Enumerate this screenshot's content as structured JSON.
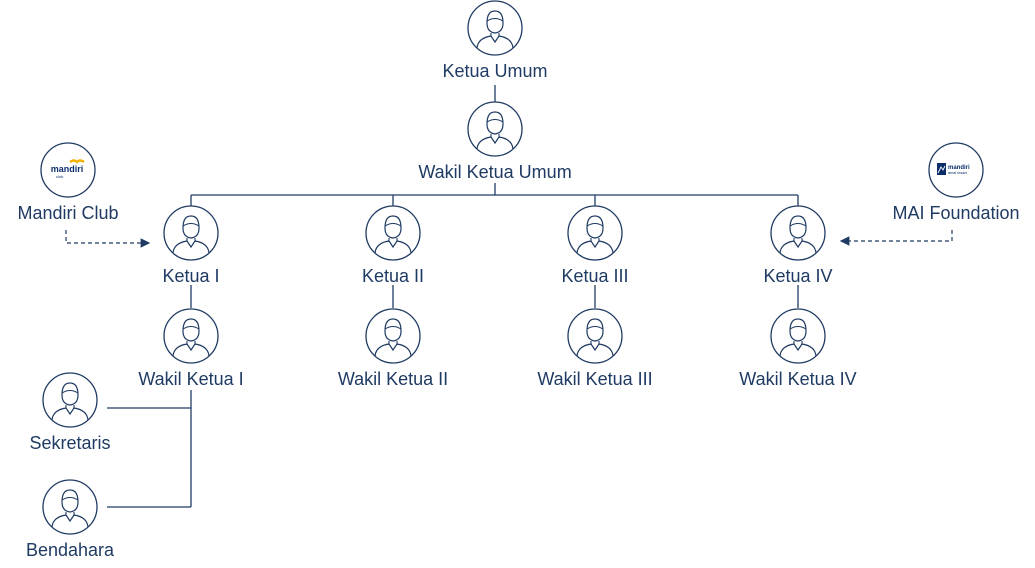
{
  "colors": {
    "line": "#1f3b63",
    "text": "#1f3b63",
    "logo_gold": "#f5b000",
    "logo_navy": "#0b2e6b"
  },
  "chart": {
    "top": {
      "ketua_umum": "Ketua Umum",
      "wakil_ketua_umum": "Wakil Ketua Umum"
    },
    "ketua": [
      "Ketua I",
      "Ketua II",
      "Ketua III",
      "Ketua IV"
    ],
    "wakil_ketua": [
      "Wakil Ketua I",
      "Wakil Ketua II",
      "Wakil Ketua III",
      "Wakil Ketua IV"
    ],
    "staff": {
      "sekretaris": "Sekretaris",
      "bendahara": "Bendahara"
    }
  },
  "partners": {
    "left": {
      "name": "Mandiri Club",
      "logo_word": "mandiri",
      "logo_sub": "club",
      "icon": "mandiri-club-logo"
    },
    "right": {
      "name": "MAI Foundation",
      "logo_word": "mandiri",
      "logo_sub": "amal insani",
      "icon": "mai-foundation-logo"
    }
  }
}
